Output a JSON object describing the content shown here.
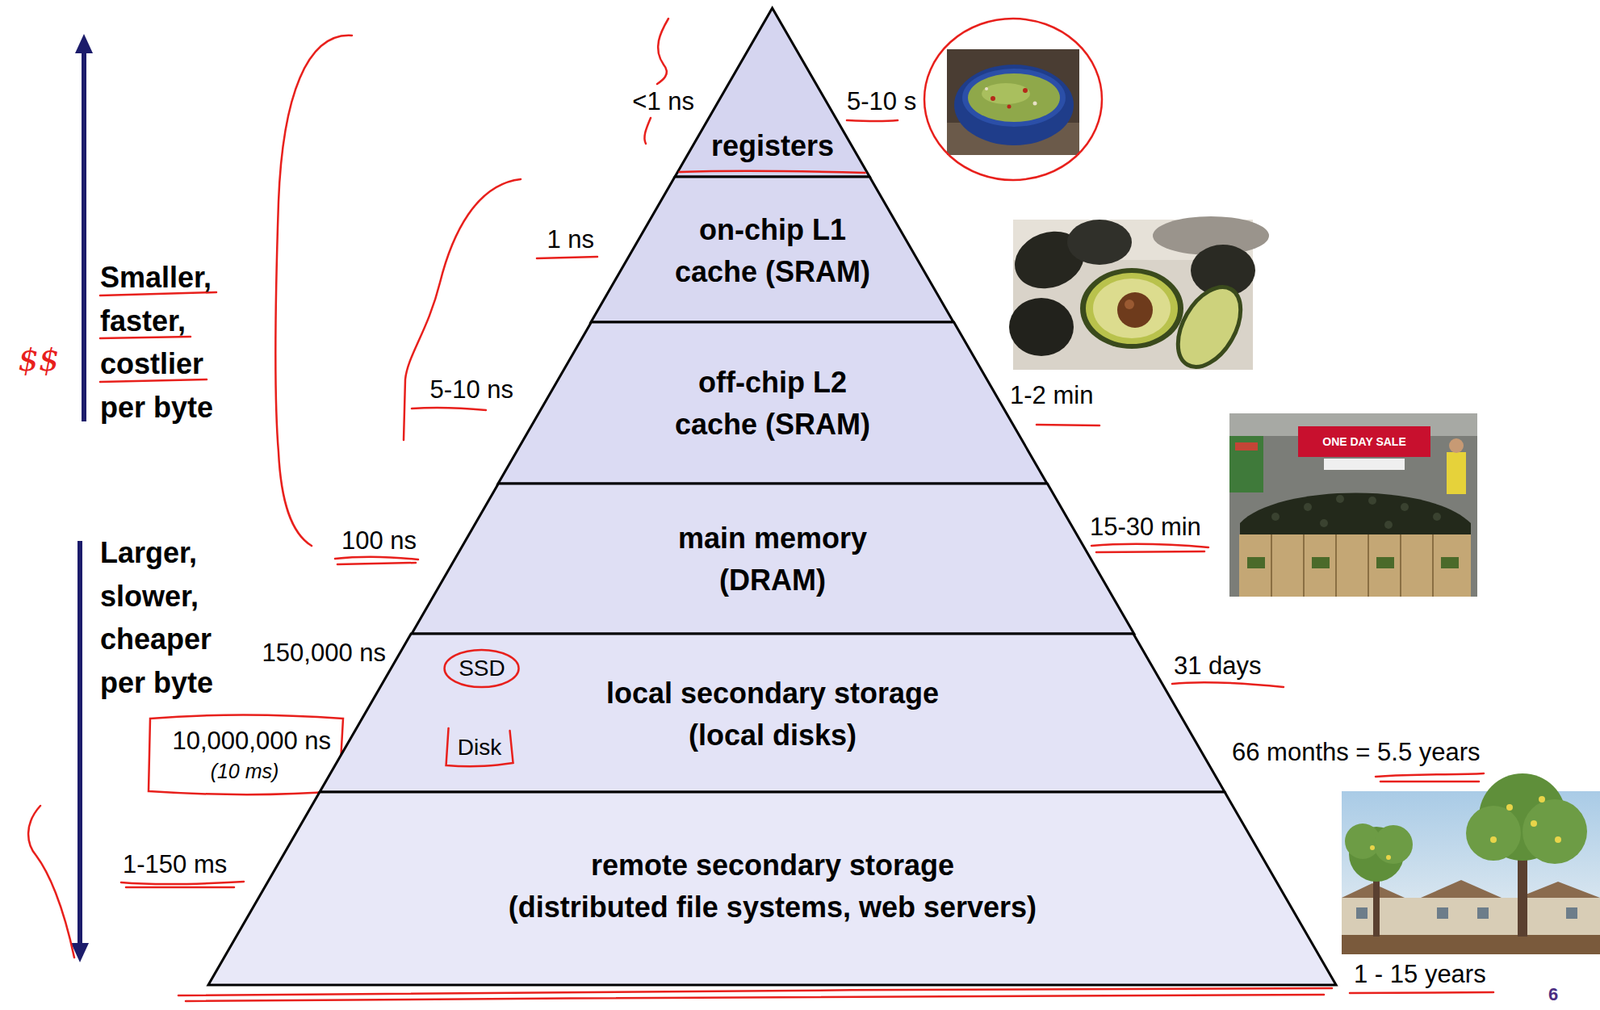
{
  "diagram": {
    "nodes": [
      {
        "text": [
          "registers"
        ]
      },
      {
        "text": [
          "on-chip L1 cache (SRAM)"
        ]
      },
      {
        "text": [
          "off-chip L2 cache (SRAM)"
        ]
      },
      {
        "text": [
          "main memory (DRAM)"
        ]
      },
      {
        "text": [
          "local secondary storage (local disks)",
          "SSD",
          "Disk"
        ]
      },
      {
        "text": [
          "remote secondary storage (distributed file systems, web servers)"
        ]
      }
    ],
    "labels": [
      "Smaller, faster, costlier per byte",
      "$$",
      "Larger, slower, cheaper per byte",
      "<1 ns",
      "5-10 s",
      "1 ns",
      "5-10 ns",
      "1-2 min",
      "ONE DAY SALE",
      "15-30 min",
      "100 ns",
      "150,000 ns",
      "31 days",
      "10,000,000 ns",
      "(10 ms)",
      "66 months = 5.5 years",
      "1-150 ms",
      "1 - 15 years",
      "6"
    ]
  }
}
